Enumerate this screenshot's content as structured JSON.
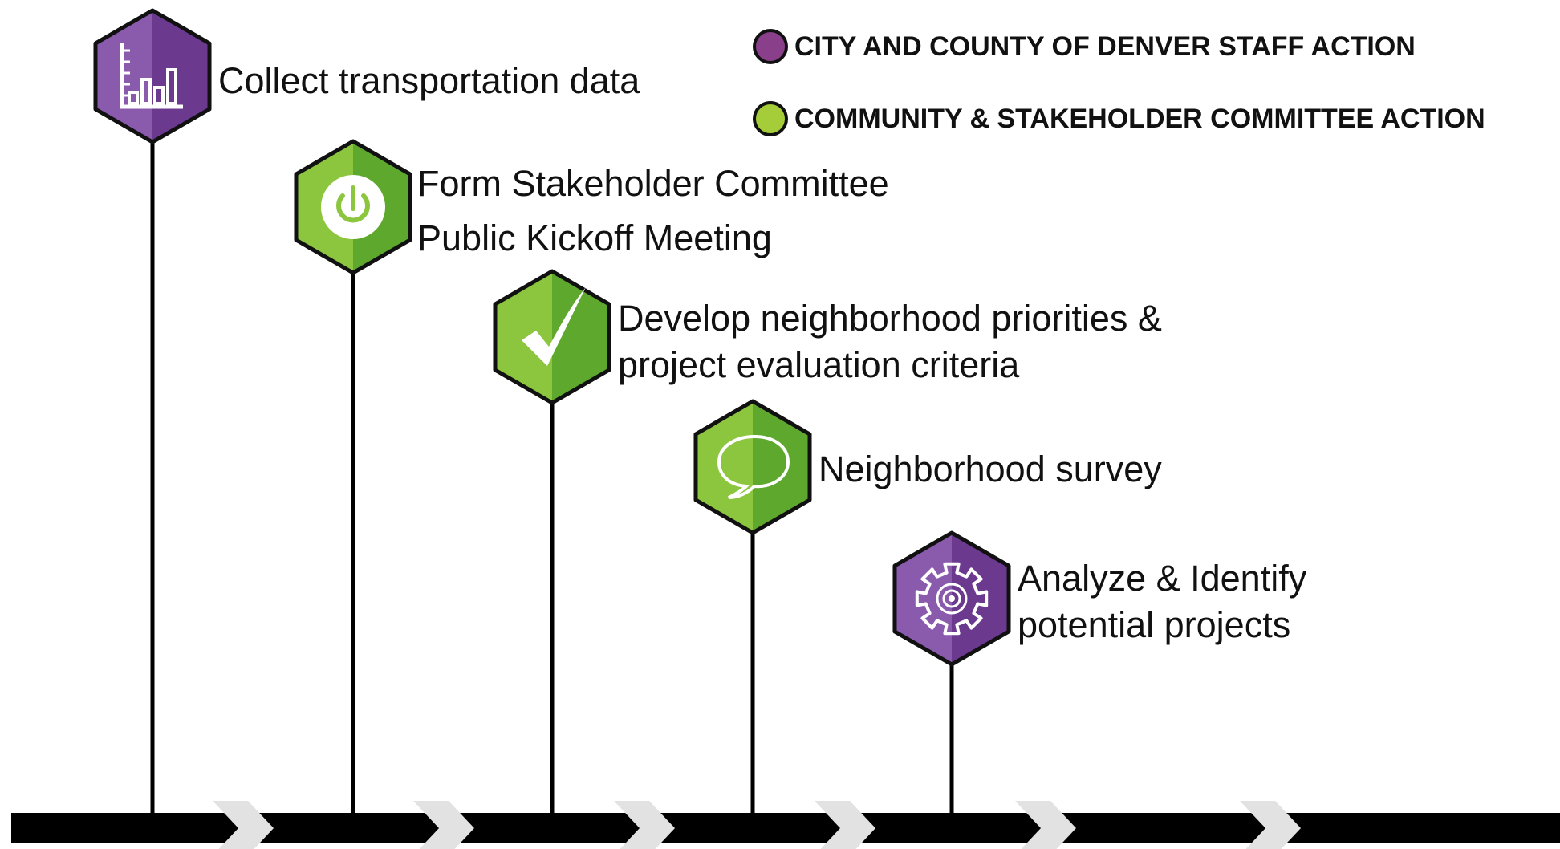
{
  "colors": {
    "staff": "#6b3a8e",
    "staff_light": "#8a5aad",
    "community": "#5ea82e",
    "community_light": "#8cc63f",
    "chevron": "#e2e2e2",
    "line": "#000000"
  },
  "legend": [
    {
      "label": "CITY AND COUNTY OF DENVER STAFF ACTION",
      "type": "staff"
    },
    {
      "label": "COMMUNITY & STAKEHOLDER COMMITTEE ACTION",
      "type": "community"
    }
  ],
  "steps": [
    {
      "icon": "bar-chart-icon",
      "type": "staff",
      "lines": [
        "Collect transportation data"
      ]
    },
    {
      "icon": "power-icon",
      "type": "community",
      "lines": [
        "Form Stakeholder Committee",
        "Public Kickoff Meeting"
      ]
    },
    {
      "icon": "checkmark-icon",
      "type": "community",
      "lines": [
        "Develop neighborhood priorities &",
        "project evaluation criteria"
      ]
    },
    {
      "icon": "speech-bubble-icon",
      "type": "community",
      "lines": [
        "Neighborhood survey"
      ]
    },
    {
      "icon": "gear-icon",
      "type": "staff",
      "lines": [
        "Analyze & Identify",
        "potential projects"
      ]
    }
  ]
}
